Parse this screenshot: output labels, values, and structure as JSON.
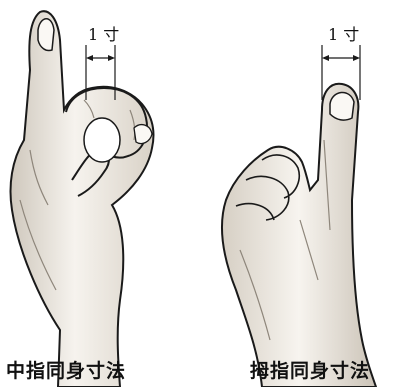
{
  "figures": [
    {
      "measure_label": "1 寸",
      "caption": "中指同身寸法"
    },
    {
      "measure_label": "1 寸",
      "caption": "拇指同身寸法"
    }
  ],
  "colors": {
    "ink": "#1a1a1a",
    "skin": "#f4f1ec",
    "shade": "#cfc8bd"
  }
}
